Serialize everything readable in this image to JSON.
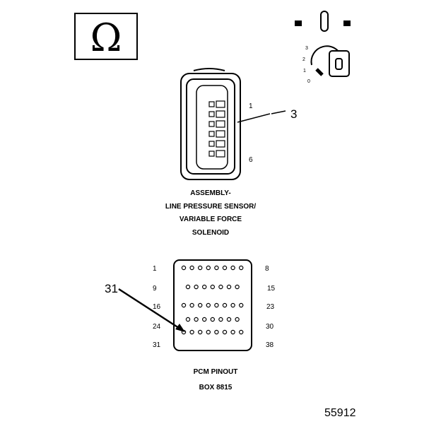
{
  "omega_symbol": "Ω",
  "ignition": {
    "positions": [
      "3",
      "2",
      "1",
      "0"
    ]
  },
  "sensor_connector": {
    "pin_first": "1",
    "pin_last": "6",
    "callout": "3",
    "caption": [
      "ASSEMBLY-",
      "LINE PRESSURE SENSOR/",
      "VARIABLE FORCE",
      "SOLENOID"
    ]
  },
  "pcm_connector": {
    "row_labels_left": [
      "1",
      "9",
      "16",
      "24",
      "31"
    ],
    "row_labels_right": [
      "8",
      "15",
      "23",
      "30",
      "38"
    ],
    "callout": "31",
    "caption": [
      "PCM PINOUT",
      "BOX 8815"
    ]
  },
  "figure_number": "55912"
}
